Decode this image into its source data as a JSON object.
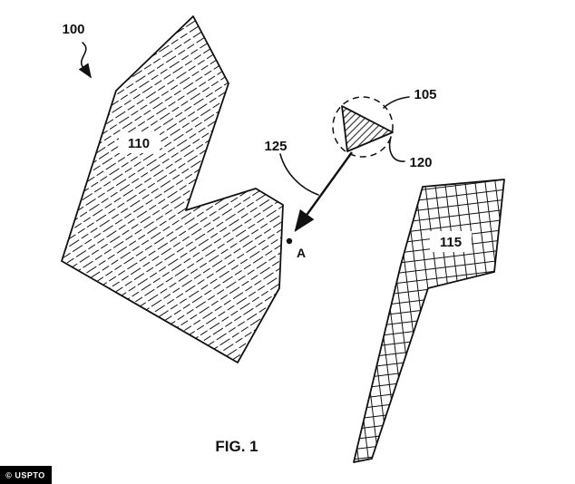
{
  "figure": {
    "caption": "FIG. 1",
    "watermark": "© USPTO"
  },
  "labels": {
    "ref100": "100",
    "ref110": "110",
    "ref105": "105",
    "ref120": "120",
    "ref125": "125",
    "ref115": "115",
    "pointA": "A"
  },
  "shapes": {
    "region110": "large irregular polygon with diagonal dashed hatching",
    "region115": "flag-shaped polygon with square cross-hatch grid",
    "triangle120": "small hatched triangle inside dashed detail circle 105",
    "arrow125": "arrow from triangle pointing down-left to point A"
  },
  "colors": {
    "ink": "#111111",
    "background": "#ffffff",
    "watermark_background": "#000000",
    "watermark_text": "#ffffff"
  }
}
